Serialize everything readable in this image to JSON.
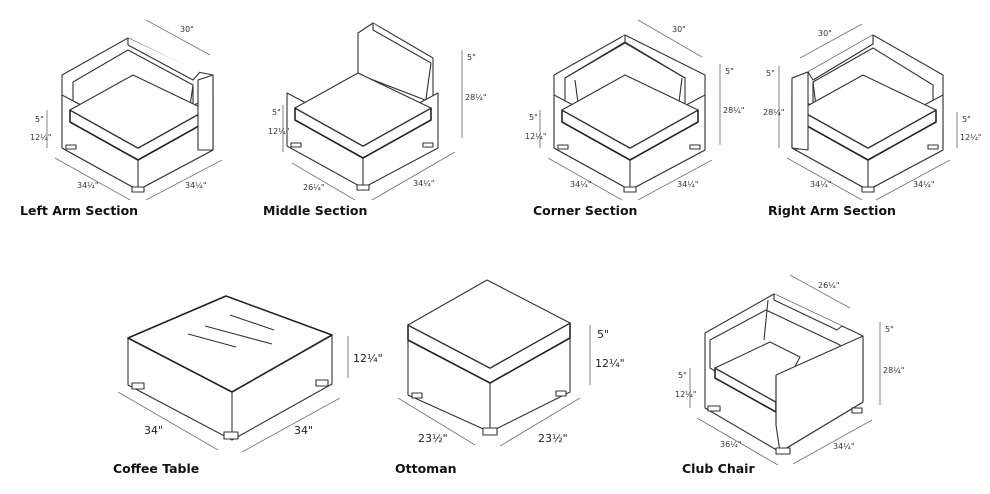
{
  "items": [
    {
      "name": "Left Arm Section",
      "width": "30\"",
      "depth": "34¼\"",
      "length": "34¼\"",
      "cushion": "5\"",
      "seat_height": "12¼\""
    },
    {
      "name": "Middle Section",
      "back": "5\"",
      "height": "28¼\"",
      "depth": "26¼\"",
      "length": "34¼\"",
      "cushion": "5\"",
      "seat_height": "12¼\""
    },
    {
      "name": "Corner Section",
      "width": "30\"",
      "back": "5\"",
      "height": "28¼\"",
      "depth": "34¼\"",
      "length": "34¼\"",
      "cushion": "5\"",
      "seat_height": "12¼\""
    },
    {
      "name": "Right Arm Section",
      "width": "30\"",
      "back": "5\"",
      "height": "28¼\"",
      "depth": "34¼\"",
      "length": "34¼\"",
      "cushion": "5\"",
      "seat_height": "12¼\""
    },
    {
      "name": "Coffee Table",
      "height": "12¼\"",
      "depth": "34\"",
      "length": "34\""
    },
    {
      "name": "Ottoman",
      "cushion": "5\"",
      "height": "12¼\"",
      "depth": "23½\"",
      "length": "23½\""
    },
    {
      "name": "Club Chair",
      "width": "26¼\"",
      "back": "5\"",
      "height": "28¼\"",
      "depth": "36¼\"",
      "length": "34¼\"",
      "cushion": "5\"",
      "seat_height": "12¼\""
    }
  ]
}
